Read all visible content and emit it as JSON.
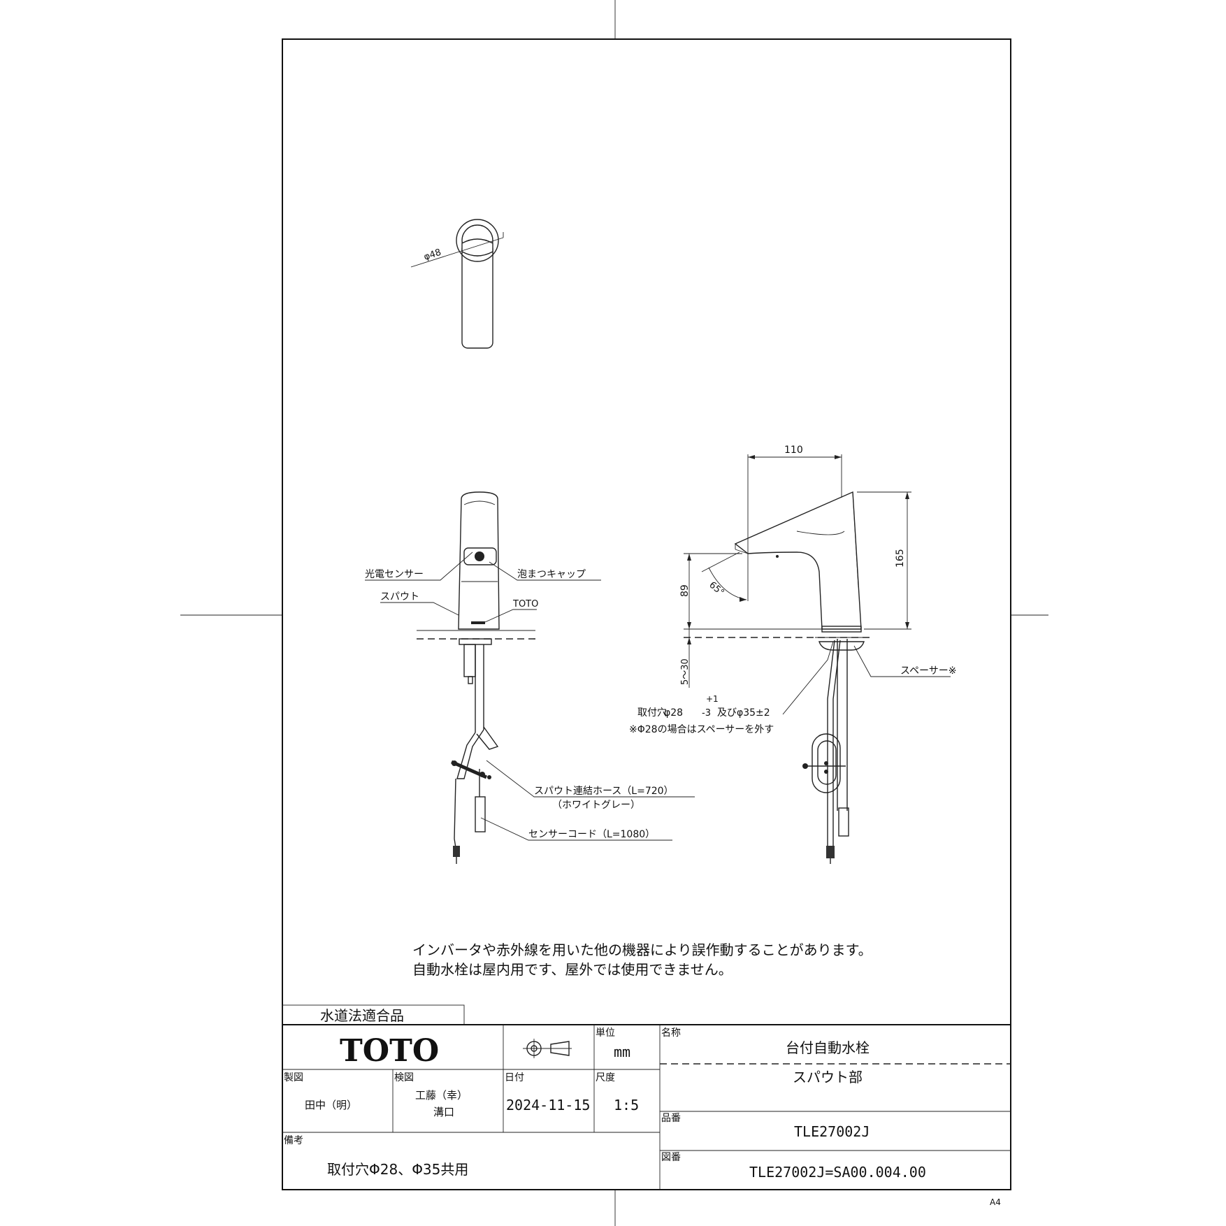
{
  "brand": "TOTO",
  "compliance_label": "水道法適合品",
  "notes": {
    "line1": "インバータや赤外線を用いた他の機器により誤作動することがあります。",
    "line2": "自動水栓は屋内用です、屋外では使用できません。"
  },
  "callouts": {
    "photo_sensor": "光電センサー",
    "foam_cap": "泡まつキャップ",
    "spout": "スパウト",
    "toto_mark": "TOTO",
    "hose_line1": "スパウト連結ホース（L=720）",
    "hose_line2": "（ホワイトグレー）",
    "sensor_cord": "センサーコード（L=1080）",
    "spacer": "スペーサー※",
    "hole_prefix": "取付穴",
    "hole_spec": "φ28",
    "hole_tol_plus": "+1",
    "hole_tol_minus": "-3",
    "hole_suffix": "及びφ35±2",
    "hole_note": "※Φ28の場合はスペーサーを外す"
  },
  "dimensions": {
    "diameter": "φ48",
    "width_110": "110",
    "height_165": "165",
    "height_89": "89",
    "range_5_30": "5～30",
    "angle": "65°"
  },
  "title_block": {
    "unit_label": "単位",
    "unit_value": "mm",
    "name_label": "名称",
    "name_value": "台付自動水栓",
    "part_value": "スパウト部",
    "drawn_label": "製図",
    "drawn_value": "田中（明）",
    "checked_label": "検図",
    "checked_value1": "工藤（幸）",
    "checked_value2": "溝口",
    "date_label": "日付",
    "date_value": "2024-11-15",
    "scale_label": "尺度",
    "scale_value": "1:5",
    "product_no_label": "品番",
    "product_no_value": "TLE27002J",
    "drawing_no_label": "図番",
    "drawing_no_value": "TLE27002J=SA00.004.00",
    "remarks_label": "備考",
    "remarks_value": "取付穴Φ28、Φ35共用"
  },
  "paper_size": "A4"
}
